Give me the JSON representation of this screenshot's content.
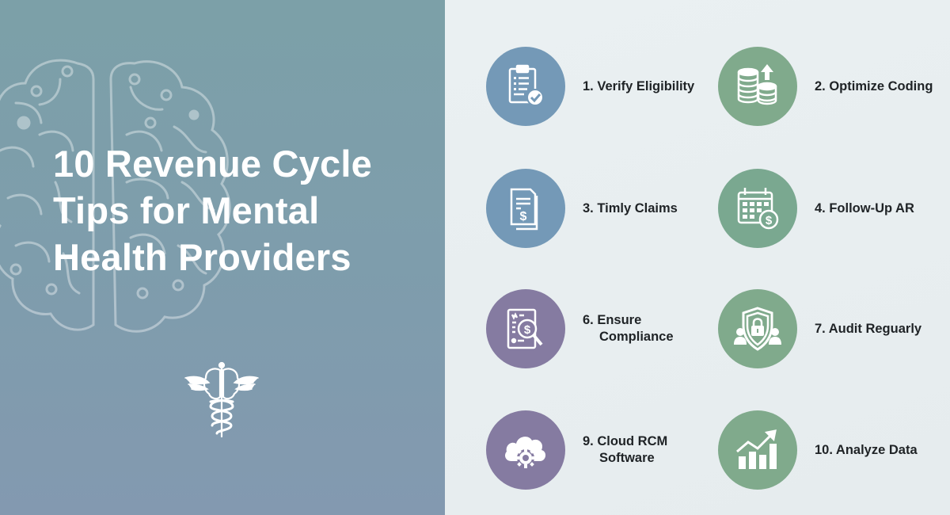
{
  "title": {
    "line1": "10 Revenue Cycle",
    "line2": "Tips for Mental",
    "line3": "Health Providers"
  },
  "colors": {
    "left_panel_top": "#7ca0a8",
    "left_panel_bottom": "#8399b0",
    "right_panel_bg": "#e9eef1",
    "blue_circle": "#7499b7",
    "green_circle": "#80aa8c",
    "teal_circle": "#7aa890",
    "purple_circle": "#857ba1",
    "label_text": "#1f2326"
  },
  "tips": [
    {
      "label": "1. Verify Eligibility",
      "icon": "clipboard-check-icon"
    },
    {
      "label": "2. Optimize Coding",
      "icon": "coins-arrow-up-icon"
    },
    {
      "label": "3. Timly Claims",
      "icon": "document-dollar-icon"
    },
    {
      "label": "4. Follow-Up AR",
      "icon": "calendar-dollar-icon"
    },
    {
      "label_line1": "6. Ensure",
      "label_line2": "Compliance",
      "icon": "document-magnifier-dollar-icon"
    },
    {
      "label": "7. Audit Reguarly",
      "icon": "shield-lock-people-icon"
    },
    {
      "label_line1": "9. Cloud RCM",
      "label_line2": "Software",
      "icon": "cloud-gear-icon"
    },
    {
      "label": "10. Analyze Data",
      "icon": "bar-chart-trend-icon"
    }
  ]
}
